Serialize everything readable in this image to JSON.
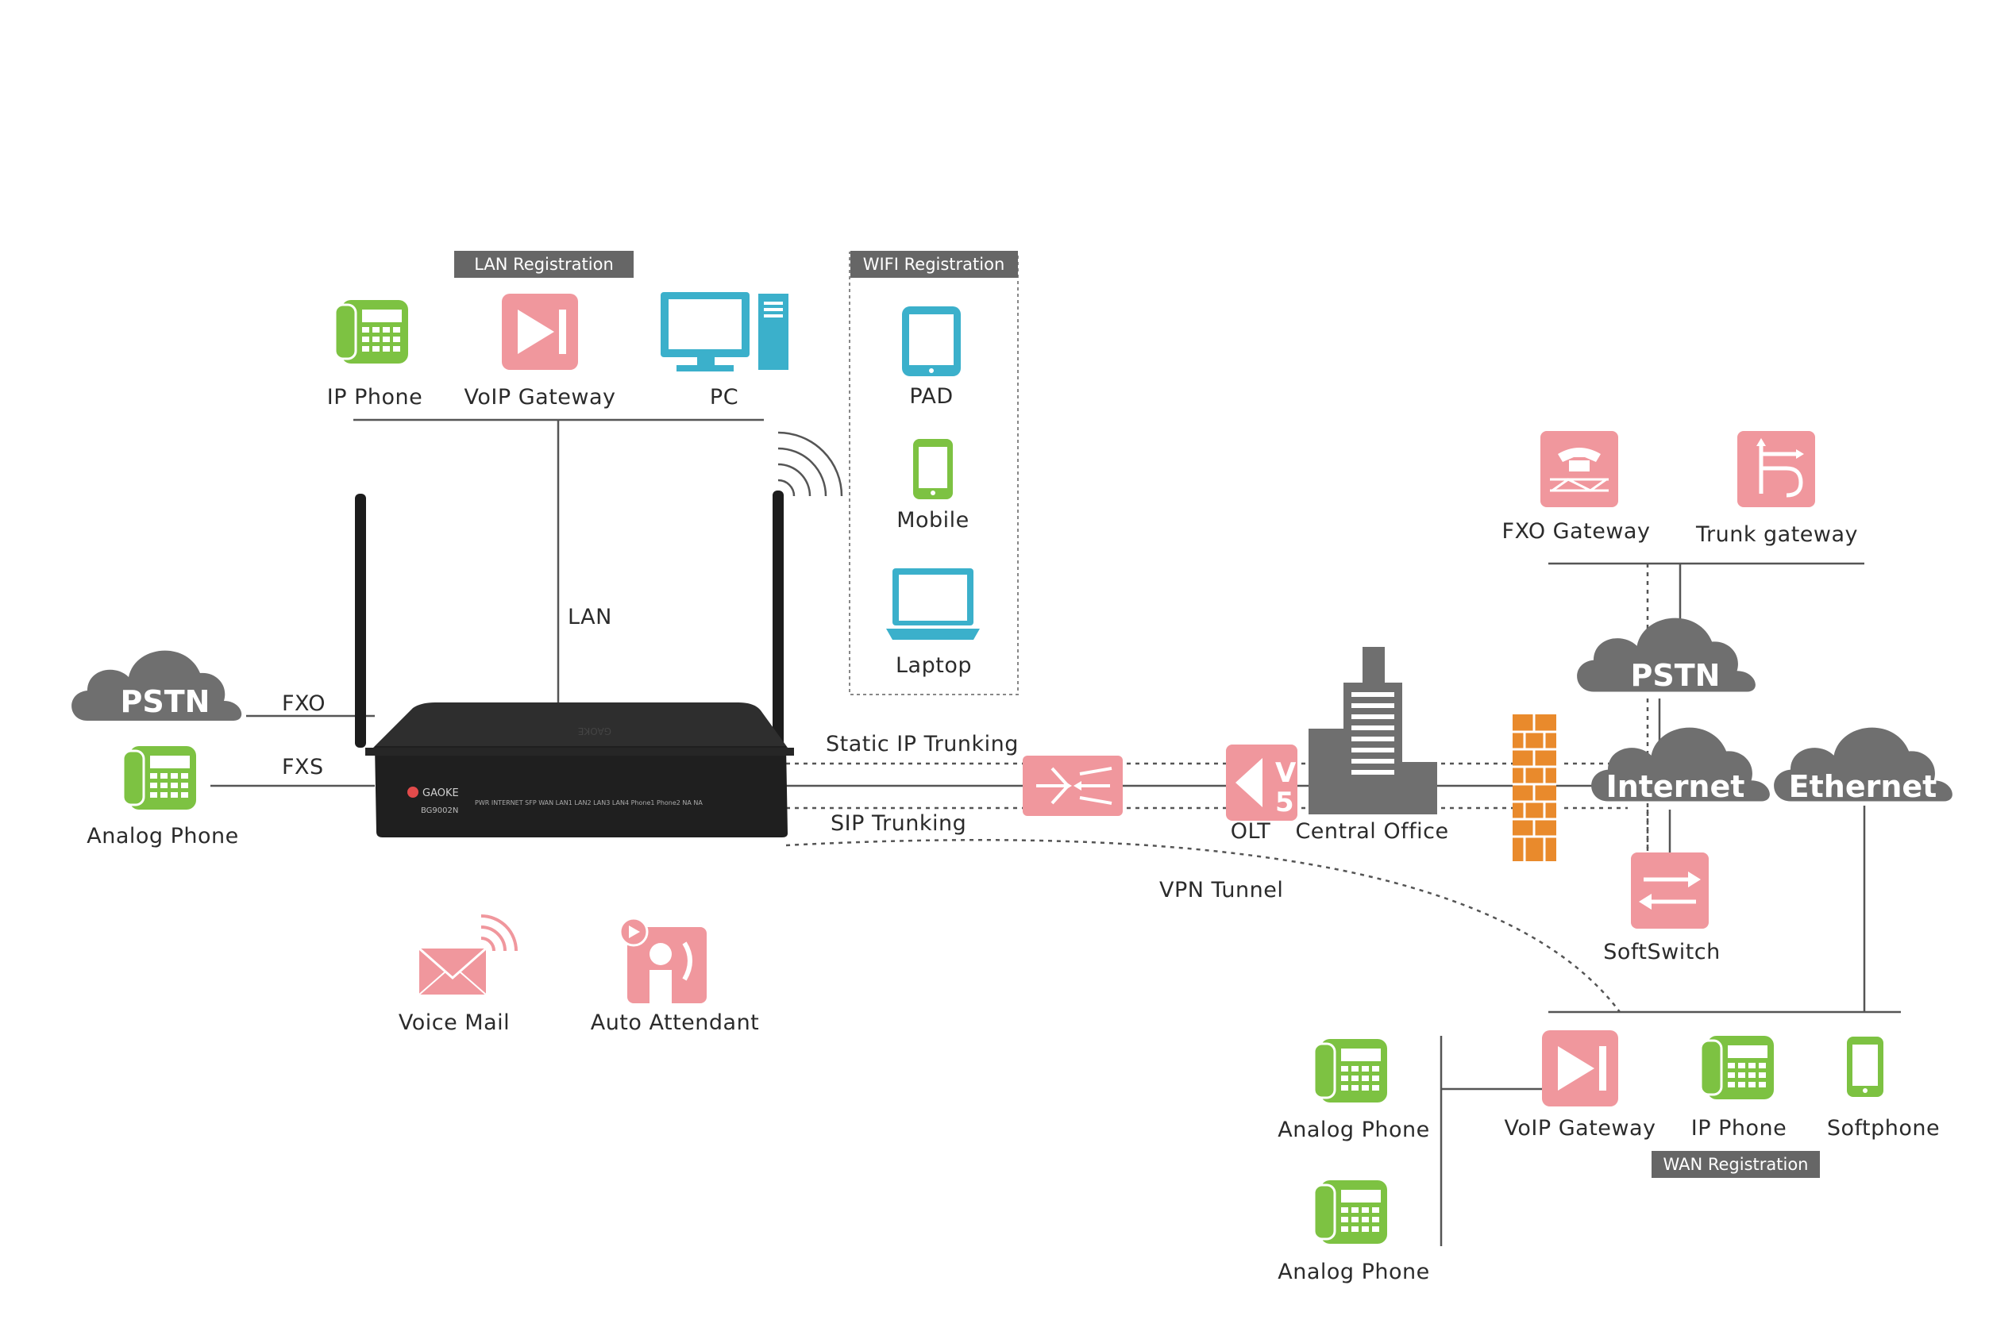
{
  "labels": {
    "lan_registration": "LAN Registration",
    "wifi_registration": "WIFI Registration",
    "wan_registration": "WAN Registration",
    "ip_phone_top": "IP Phone",
    "voip_gateway_top": "VoIP Gateway",
    "pc": "PC",
    "pad": "PAD",
    "mobile": "Mobile",
    "laptop": "Laptop",
    "lan": "LAN",
    "fxo": "FXO",
    "fxs": "FXS",
    "analog_phone_left": "Analog Phone",
    "static_ip_trunking": "Static IP Trunking",
    "sip_trunking": "SIP Trunking",
    "vpn_tunnel": "VPN Tunnel",
    "olt": "OLT",
    "central_office": "Central Office",
    "fxo_gateway": "FXO Gateway",
    "trunk_gateway": "Trunk gateway",
    "softswitch": "SoftSwitch",
    "voice_mail": "Voice Mail",
    "auto_attendant": "Auto Attendant",
    "analog_phone_br1": "Analog Phone",
    "analog_phone_br2": "Analog Phone",
    "voip_gateway_br": "VoIP Gateway",
    "ip_phone_br": "IP Phone",
    "softphone": "Softphone"
  },
  "clouds": {
    "pstn_left": "PSTN",
    "pstn_right": "PSTN",
    "internet": "Internet",
    "ethernet": "Ethernet"
  },
  "router": {
    "brand": "GAOKE",
    "model": "BG9002N",
    "ports": "PWR INTERNET SFP WAN LAN1 LAN2 LAN3 LAN4 Phone1 Phone2 NA NA"
  },
  "colors": {
    "green": "#7dc242",
    "pink": "#f0979d",
    "blue": "#3bb0cb",
    "gray_cloud": "#6f6f6f",
    "brick": "#e98a2c",
    "line": "#555555"
  }
}
